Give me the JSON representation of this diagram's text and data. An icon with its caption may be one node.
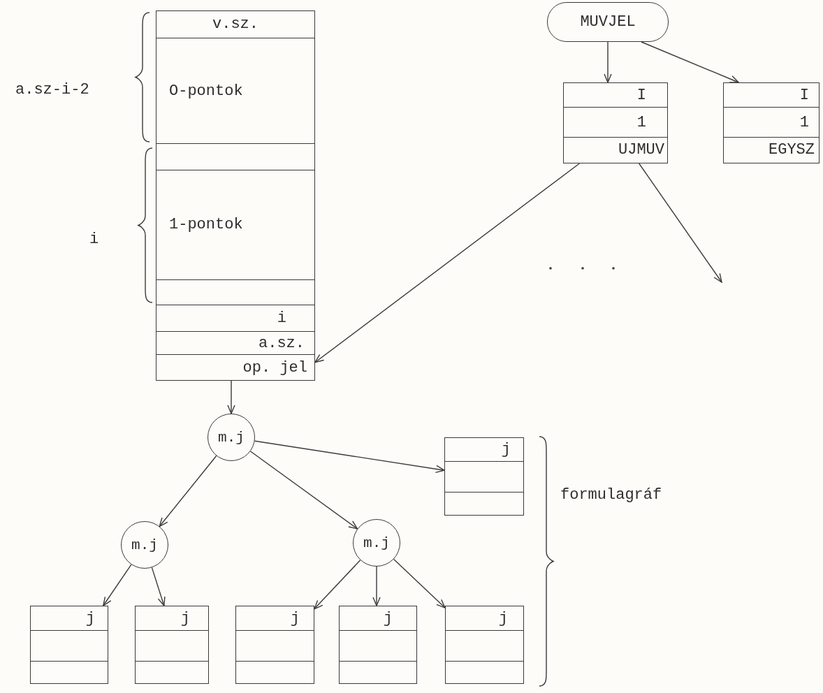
{
  "diagram": {
    "nodes": [
      {
        "text": [
          "v.sz.",
          "O-pontok",
          "1-pontok",
          "i",
          "a.sz.",
          "op. jel"
        ]
      },
      {
        "text": [
          "MUVJEL"
        ]
      },
      {
        "text": [
          "I",
          "1",
          "UJMUV"
        ]
      },
      {
        "text": [
          "I",
          "1",
          "EGYSZ"
        ]
      },
      {
        "text": [
          "m.j"
        ]
      },
      {
        "text": [
          "j"
        ]
      },
      {
        "text": [
          "m.j"
        ]
      },
      {
        "text": [
          "m.j"
        ]
      },
      {
        "text": [
          "j"
        ]
      },
      {
        "text": [
          "j"
        ]
      },
      {
        "text": [
          "j"
        ]
      },
      {
        "text": [
          "j"
        ]
      },
      {
        "text": [
          "j"
        ]
      }
    ],
    "edges": [
      {
        "from": 1,
        "to": 2,
        "arrow": "to"
      },
      {
        "from": 1,
        "to": 3,
        "arrow": "to"
      },
      {
        "from": 2,
        "to": 0,
        "arrow": "to"
      },
      {
        "from": 2,
        "to": null,
        "arrow": "to"
      },
      {
        "from": 0,
        "to": 4,
        "arrow": "to"
      },
      {
        "from": 4,
        "to": 6,
        "arrow": "to"
      },
      {
        "from": 4,
        "to": 7,
        "arrow": "to"
      },
      {
        "from": 4,
        "to": 5,
        "arrow": "to"
      },
      {
        "from": 6,
        "to": 8,
        "arrow": "to"
      },
      {
        "from": 6,
        "to": 9,
        "arrow": "to"
      },
      {
        "from": 7,
        "to": 10,
        "arrow": "to"
      },
      {
        "from": 7,
        "to": 11,
        "arrow": "to"
      },
      {
        "from": 7,
        "to": 12,
        "arrow": "to"
      }
    ],
    "labels": [
      "a.sz-i-2",
      "i",
      "formulagráf"
    ]
  }
}
